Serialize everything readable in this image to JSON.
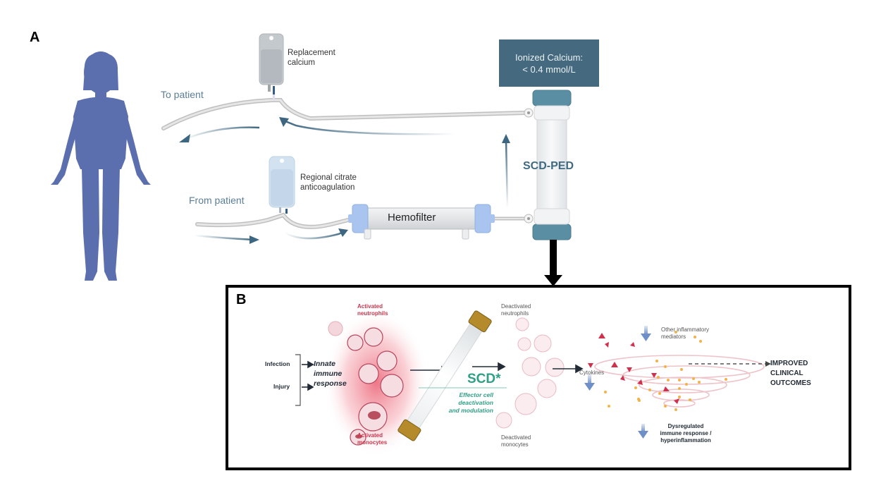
{
  "panel_a": {
    "letter": "A",
    "to_patient": "To patient",
    "from_patient": "From patient",
    "replacement_bag": {
      "line1": "Replacement",
      "line2": "calcium"
    },
    "citrate_bag": {
      "line1": "Regional citrate",
      "line2": "anticoagulation"
    },
    "calcium_box": {
      "line1": "Ionized Calcium:",
      "line2": "< 0.4 mmol/L"
    },
    "device_label": "SCD-PED",
    "hemofilter_label": "Hemofilter",
    "colors": {
      "patient": "#5b6fae",
      "accent": "#45697e",
      "flow_arrow": "#3d6680",
      "tubing": "#c9c9c9",
      "hemofilter_cap": "#a9c4ee"
    }
  },
  "panel_b": {
    "letter": "B",
    "triggers": [
      "Infection",
      "Injury"
    ],
    "innate": {
      "line1": "Innate",
      "line2": "immune",
      "line3": "response"
    },
    "activated_neutrophils": {
      "line1": "Activated",
      "line2": "neutrophils"
    },
    "activated_monocytes": {
      "line1": "Activated",
      "line2": "monocytes"
    },
    "scd_label": "SCD*",
    "scd_caption": {
      "line1": "Effector cell",
      "line2": "deactivation",
      "line3": "and modulation"
    },
    "deactivated_neutrophils": {
      "line1": "Deactivated",
      "line2": "neutrophils"
    },
    "deactivated_monocytes": {
      "line1": "Deactivated",
      "line2": "monocytes"
    },
    "cytokines": "Cytokines",
    "other_mediators": {
      "line1": "Other inflammatory",
      "line2": "mediators"
    },
    "dysregulated": {
      "line1": "Dysregulated",
      "line2": "immune response /",
      "line3": "hyperinflammation"
    },
    "outcome": {
      "line1": "IMPROVED",
      "line2": "CLINICAL",
      "line3": "OUTCOMES"
    },
    "colors": {
      "activated": "#c8384f",
      "scd_green": "#2f9f86",
      "down_arrow": "#6f8fc9",
      "text_dark": "#222b36"
    }
  }
}
